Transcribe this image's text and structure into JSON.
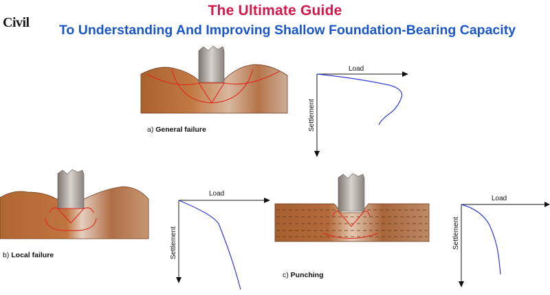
{
  "header": {
    "title": "The Ultimate Guide",
    "subtitle": "To Understanding And Improving Shallow Foundation-Bearing Capacity",
    "logo_text": "Civil"
  },
  "captions": {
    "general_prefix": "a)",
    "general_label": "General failure",
    "local_prefix": "b)",
    "local_label": "Local failure",
    "punching_prefix": "c)",
    "punching_label": "Punching"
  },
  "graph_labels": {
    "load": "Load",
    "settlement": "Settlement"
  },
  "colors": {
    "title_red": "#d6174b",
    "title_blue": "#1a56c8",
    "soil": "#b5672f",
    "curve": "#2c3acf",
    "failure_line": "#e0261a"
  }
}
